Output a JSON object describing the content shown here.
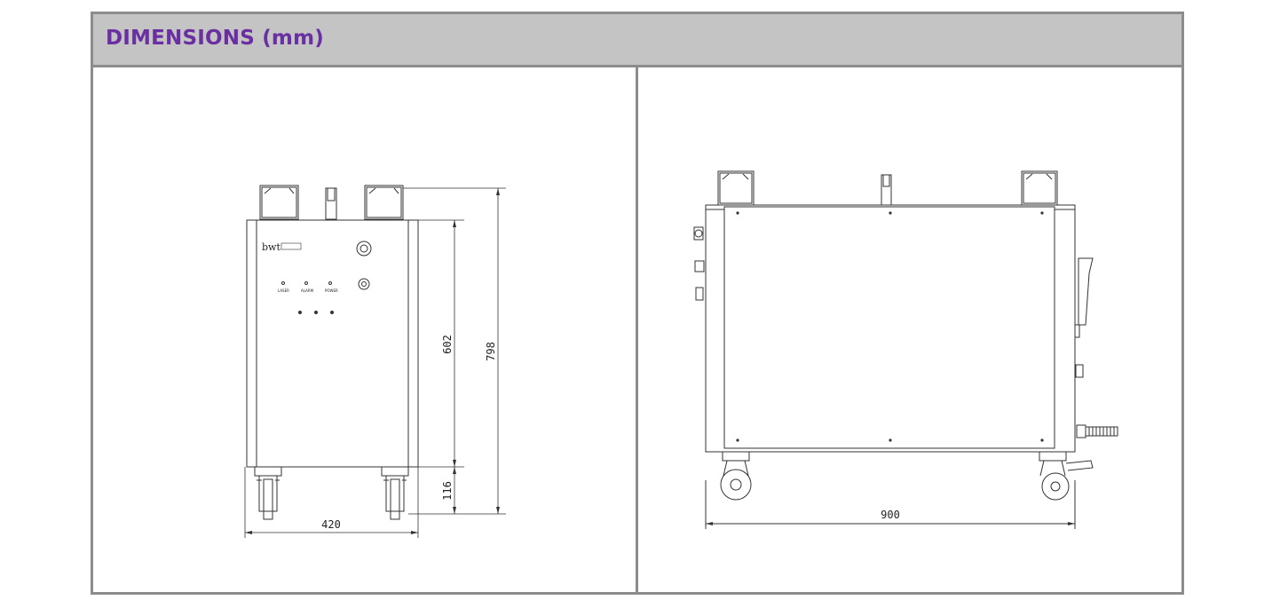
{
  "header": {
    "title": "DIMENSIONS (mm)"
  },
  "front_view": {
    "logo_text": "bwt",
    "indicator_labels": [
      "LASER",
      "ALARM",
      "POWER"
    ],
    "dim_width": "420",
    "dim_body_height": "602",
    "dim_total_height": "798",
    "dim_base_height": "116"
  },
  "side_view": {
    "dim_length": "900"
  },
  "colors": {
    "title": "#6a2fa0",
    "header_bg": "#c4c4c4",
    "border": "#8c8c8c"
  }
}
